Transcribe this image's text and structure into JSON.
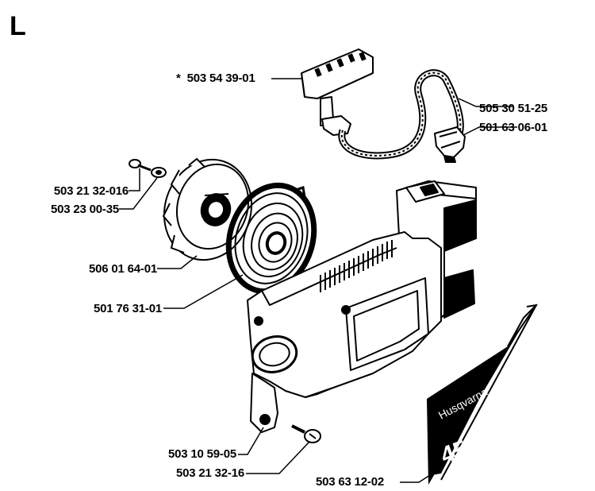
{
  "diagram": {
    "section_letter": "L",
    "parts": [
      {
        "id": "handle",
        "number": "503 54 39-01",
        "marker": "*"
      },
      {
        "id": "cord",
        "number": "505 30 51-25",
        "marker": ""
      },
      {
        "id": "cord-insert",
        "number": "501 63 06-01",
        "marker": ""
      },
      {
        "id": "screw-small",
        "number": "503 21 32-016",
        "marker": ""
      },
      {
        "id": "washer",
        "number": "503 23 00-35",
        "marker": ""
      },
      {
        "id": "pulley",
        "number": "506 01 64-01",
        "marker": ""
      },
      {
        "id": "recoil-spring",
        "number": "501 76 31-01",
        "marker": ""
      },
      {
        "id": "bushing",
        "number": "503 10 59-05",
        "marker": ""
      },
      {
        "id": "mount-screw",
        "number": "503 21 32-16",
        "marker": ""
      },
      {
        "id": "decal",
        "number": "503 63 12-02",
        "marker": ""
      }
    ],
    "decal": {
      "brand": "Husqvarna",
      "model": "45"
    },
    "colors": {
      "ink": "#000000",
      "paper": "#ffffff",
      "shade": "#2a2a2a"
    }
  }
}
